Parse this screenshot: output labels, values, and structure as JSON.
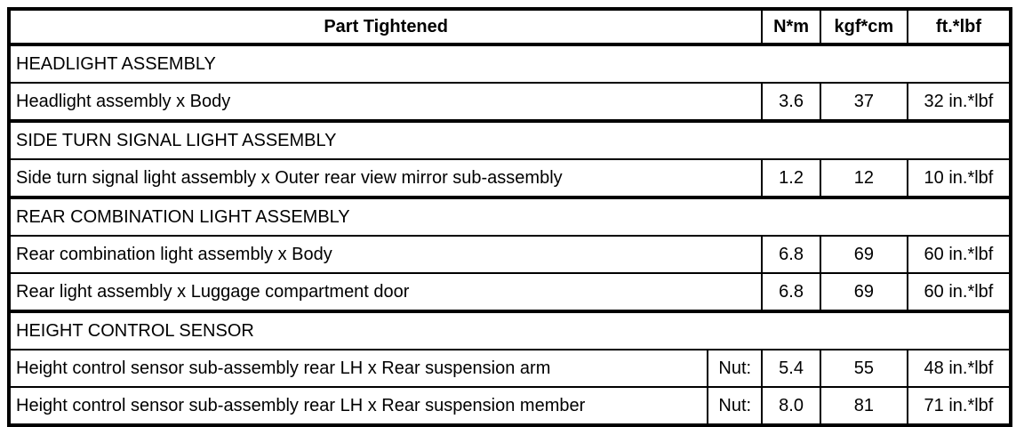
{
  "table": {
    "columns": {
      "part": "Part Tightened",
      "nm": "N*m",
      "kgf": "kgf*cm",
      "ftlbf": "ft.*lbf"
    },
    "sections": [
      {
        "title": "HEADLIGHT ASSEMBLY",
        "rows": [
          {
            "desc": "Headlight assembly x Body",
            "nm": "3.6",
            "kgf": "37",
            "ftlbf": "32 in.*lbf"
          }
        ]
      },
      {
        "title": "SIDE TURN SIGNAL LIGHT ASSEMBLY",
        "rows": [
          {
            "desc": "Side turn signal light assembly x Outer rear view mirror sub-assembly",
            "nm": "1.2",
            "kgf": "12",
            "ftlbf": "10 in.*lbf"
          }
        ]
      },
      {
        "title": "REAR COMBINATION LIGHT ASSEMBLY",
        "rows": [
          {
            "desc": "Rear combination light assembly x Body",
            "nm": "6.8",
            "kgf": "69",
            "ftlbf": "60 in.*lbf"
          },
          {
            "desc": "Rear light assembly x Luggage compartment door",
            "nm": "6.8",
            "kgf": "69",
            "ftlbf": "60 in.*lbf"
          }
        ]
      },
      {
        "title": "HEIGHT CONTROL SENSOR",
        "rows": [
          {
            "desc": "Height control sensor sub-assembly rear LH x Rear suspension arm",
            "nut": "Nut:",
            "nm": "5.4",
            "kgf": "55",
            "ftlbf": "48 in.*lbf"
          },
          {
            "desc": "Height control sensor sub-assembly rear LH x Rear suspension member",
            "nut": "Nut:",
            "nm": "8.0",
            "kgf": "81",
            "ftlbf": "71 in.*lbf"
          }
        ]
      }
    ]
  }
}
